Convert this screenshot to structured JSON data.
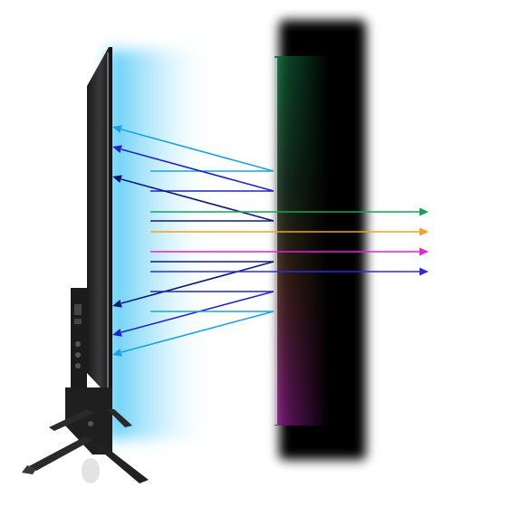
{
  "figure": {
    "objects": [
      {
        "name": "tv-side-view",
        "icon": "tv-profile-icon"
      },
      {
        "name": "backlight-glow",
        "color": "#49c8f5"
      },
      {
        "name": "glass-filter-panel",
        "color": "#000000"
      }
    ],
    "arrows": {
      "reflected": [
        {
          "color": "#1aa4e0"
        },
        {
          "color": "#2323c8"
        },
        {
          "color": "#0e1a7a"
        },
        {
          "color": "#0e1a7a"
        },
        {
          "color": "#2323c8"
        },
        {
          "color": "#1aa4e0"
        }
      ],
      "transmitted": [
        {
          "color": "#12a45a"
        },
        {
          "color": "#f4a21a"
        },
        {
          "color": "#e81ee0"
        },
        {
          "color": "#2b2be8"
        }
      ]
    }
  }
}
